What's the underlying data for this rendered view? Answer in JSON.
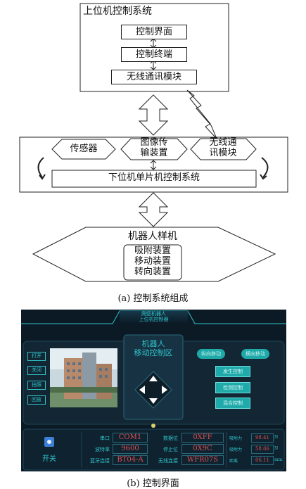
{
  "diagram": {
    "host": {
      "title": "上位机控制系统",
      "items": [
        "控制界面",
        "控制终端",
        "无线通讯模块"
      ]
    },
    "lower": {
      "modules": [
        "传感器",
        "图像传\n输装置",
        "无线通\n讯模块"
      ],
      "controller": "下位机单片机控制系统"
    },
    "robot": {
      "title": "机器人样机",
      "items": [
        "吸附装置",
        "移动装置",
        "转向装置"
      ]
    },
    "caption_a": "(a) 控制系统组成"
  },
  "panel": {
    "header": "爬壁机器人\n上位机控制器",
    "left_buttons": [
      "打开",
      "关闭",
      "拍照",
      "回放"
    ],
    "center_title": "机器人\n移动控制区",
    "mode_buttons": [
      "纵向移动",
      "横向移动"
    ],
    "right_buttons": [
      "发生控制",
      "检测控制",
      "混合控制"
    ],
    "switch_label": "开关",
    "fields_left": [
      {
        "label": "串口",
        "value": "COM1"
      },
      {
        "label": "波特率",
        "value": "9600"
      },
      {
        "label": "蓝牙连接",
        "value": "BT04-A"
      }
    ],
    "fields_mid": [
      {
        "label": "数据位",
        "value": "0XFF"
      },
      {
        "label": "停止位",
        "value": "0X9C"
      },
      {
        "label": "无线连接",
        "value": "WFR07S"
      }
    ],
    "fields_right": [
      {
        "label": "吸附力",
        "value": "98.41",
        "unit": "N"
      },
      {
        "label": "吸附力",
        "value": "58.06",
        "unit": "N"
      },
      {
        "label": "距离",
        "value": "06.11",
        "unit": "mm"
      }
    ],
    "colors": {
      "bg": "#0c1a26",
      "accent": "#2ec4c9",
      "value": "#e05050",
      "button": "#1fa9a9"
    }
  },
  "caption_b": "(b) 控制界面"
}
